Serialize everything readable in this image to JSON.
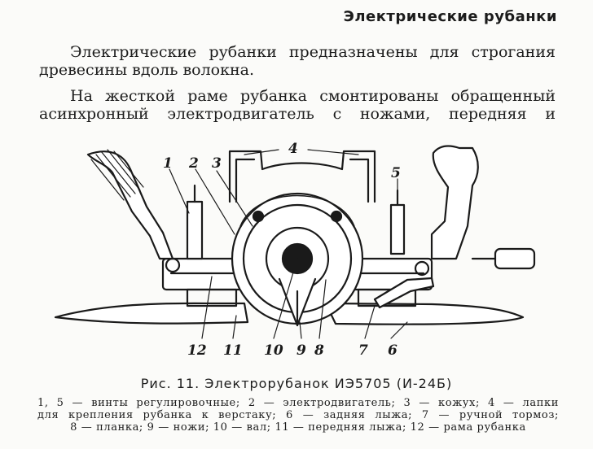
{
  "header": {
    "running_title": "Электрические рубанки"
  },
  "body": {
    "paragraph_1": [
      "Электрические рубанки предназначены для строгания",
      "древесины вдоль волокна."
    ],
    "paragraph_2": [
      "На жесткой раме рубанка смонтированы обращенный",
      "асинхронный электродвигатель с ножами, передняя и"
    ]
  },
  "figure": {
    "callouts": [
      "1",
      "2",
      "3",
      "4",
      "5",
      "12",
      "11",
      "10",
      "9",
      "8",
      "7",
      "6"
    ],
    "caption": "Рис. 11. Электрорубанок ИЭ5705 (И-24Б)",
    "legend": [
      "1, 5 — винты регулировочные; 2 — электродвигатель; 3 — кожух; 4 — лапки",
      "для крепления рубанка к верстаку; 6 — задняя лыжа; 7 — ручной тормоз;",
      "8 — планка; 9 — ножи; 10 — вал; 11 — передняя лыжа; 12 — рама рубанка"
    ]
  },
  "colors": {
    "ink": "#1c1c1c",
    "paper": "#fbfbf9"
  }
}
